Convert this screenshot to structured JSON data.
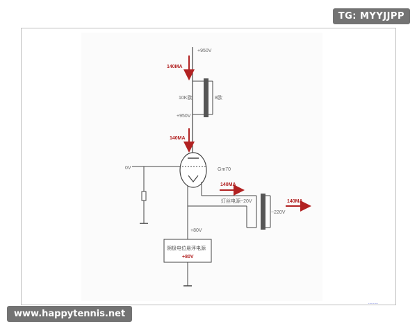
{
  "watermark_top": "TG: MYYJJPP",
  "watermark_bottom": "www.happytennis.net",
  "tiny_mark": "..........",
  "schematic": {
    "labels": {
      "plus950_top": "+950V",
      "current_top": "140MA",
      "r_10k": "10K欧",
      "r_8": "8欧",
      "plus950_mid": "+950V",
      "current_mid": "140MA",
      "zero_v": "0V",
      "tube": "Gm70",
      "current_fil": "140MA",
      "filament": "灯丝电源~20V",
      "ac220": "~220V",
      "current_right": "140MA",
      "plus80": "+80V",
      "box_title": "阴极电位悬浮电源",
      "box_value": "+80V"
    },
    "colors": {
      "wire": "#444444",
      "arrow": "#b22222",
      "current_text": "#b22222",
      "label": "#666666"
    }
  }
}
